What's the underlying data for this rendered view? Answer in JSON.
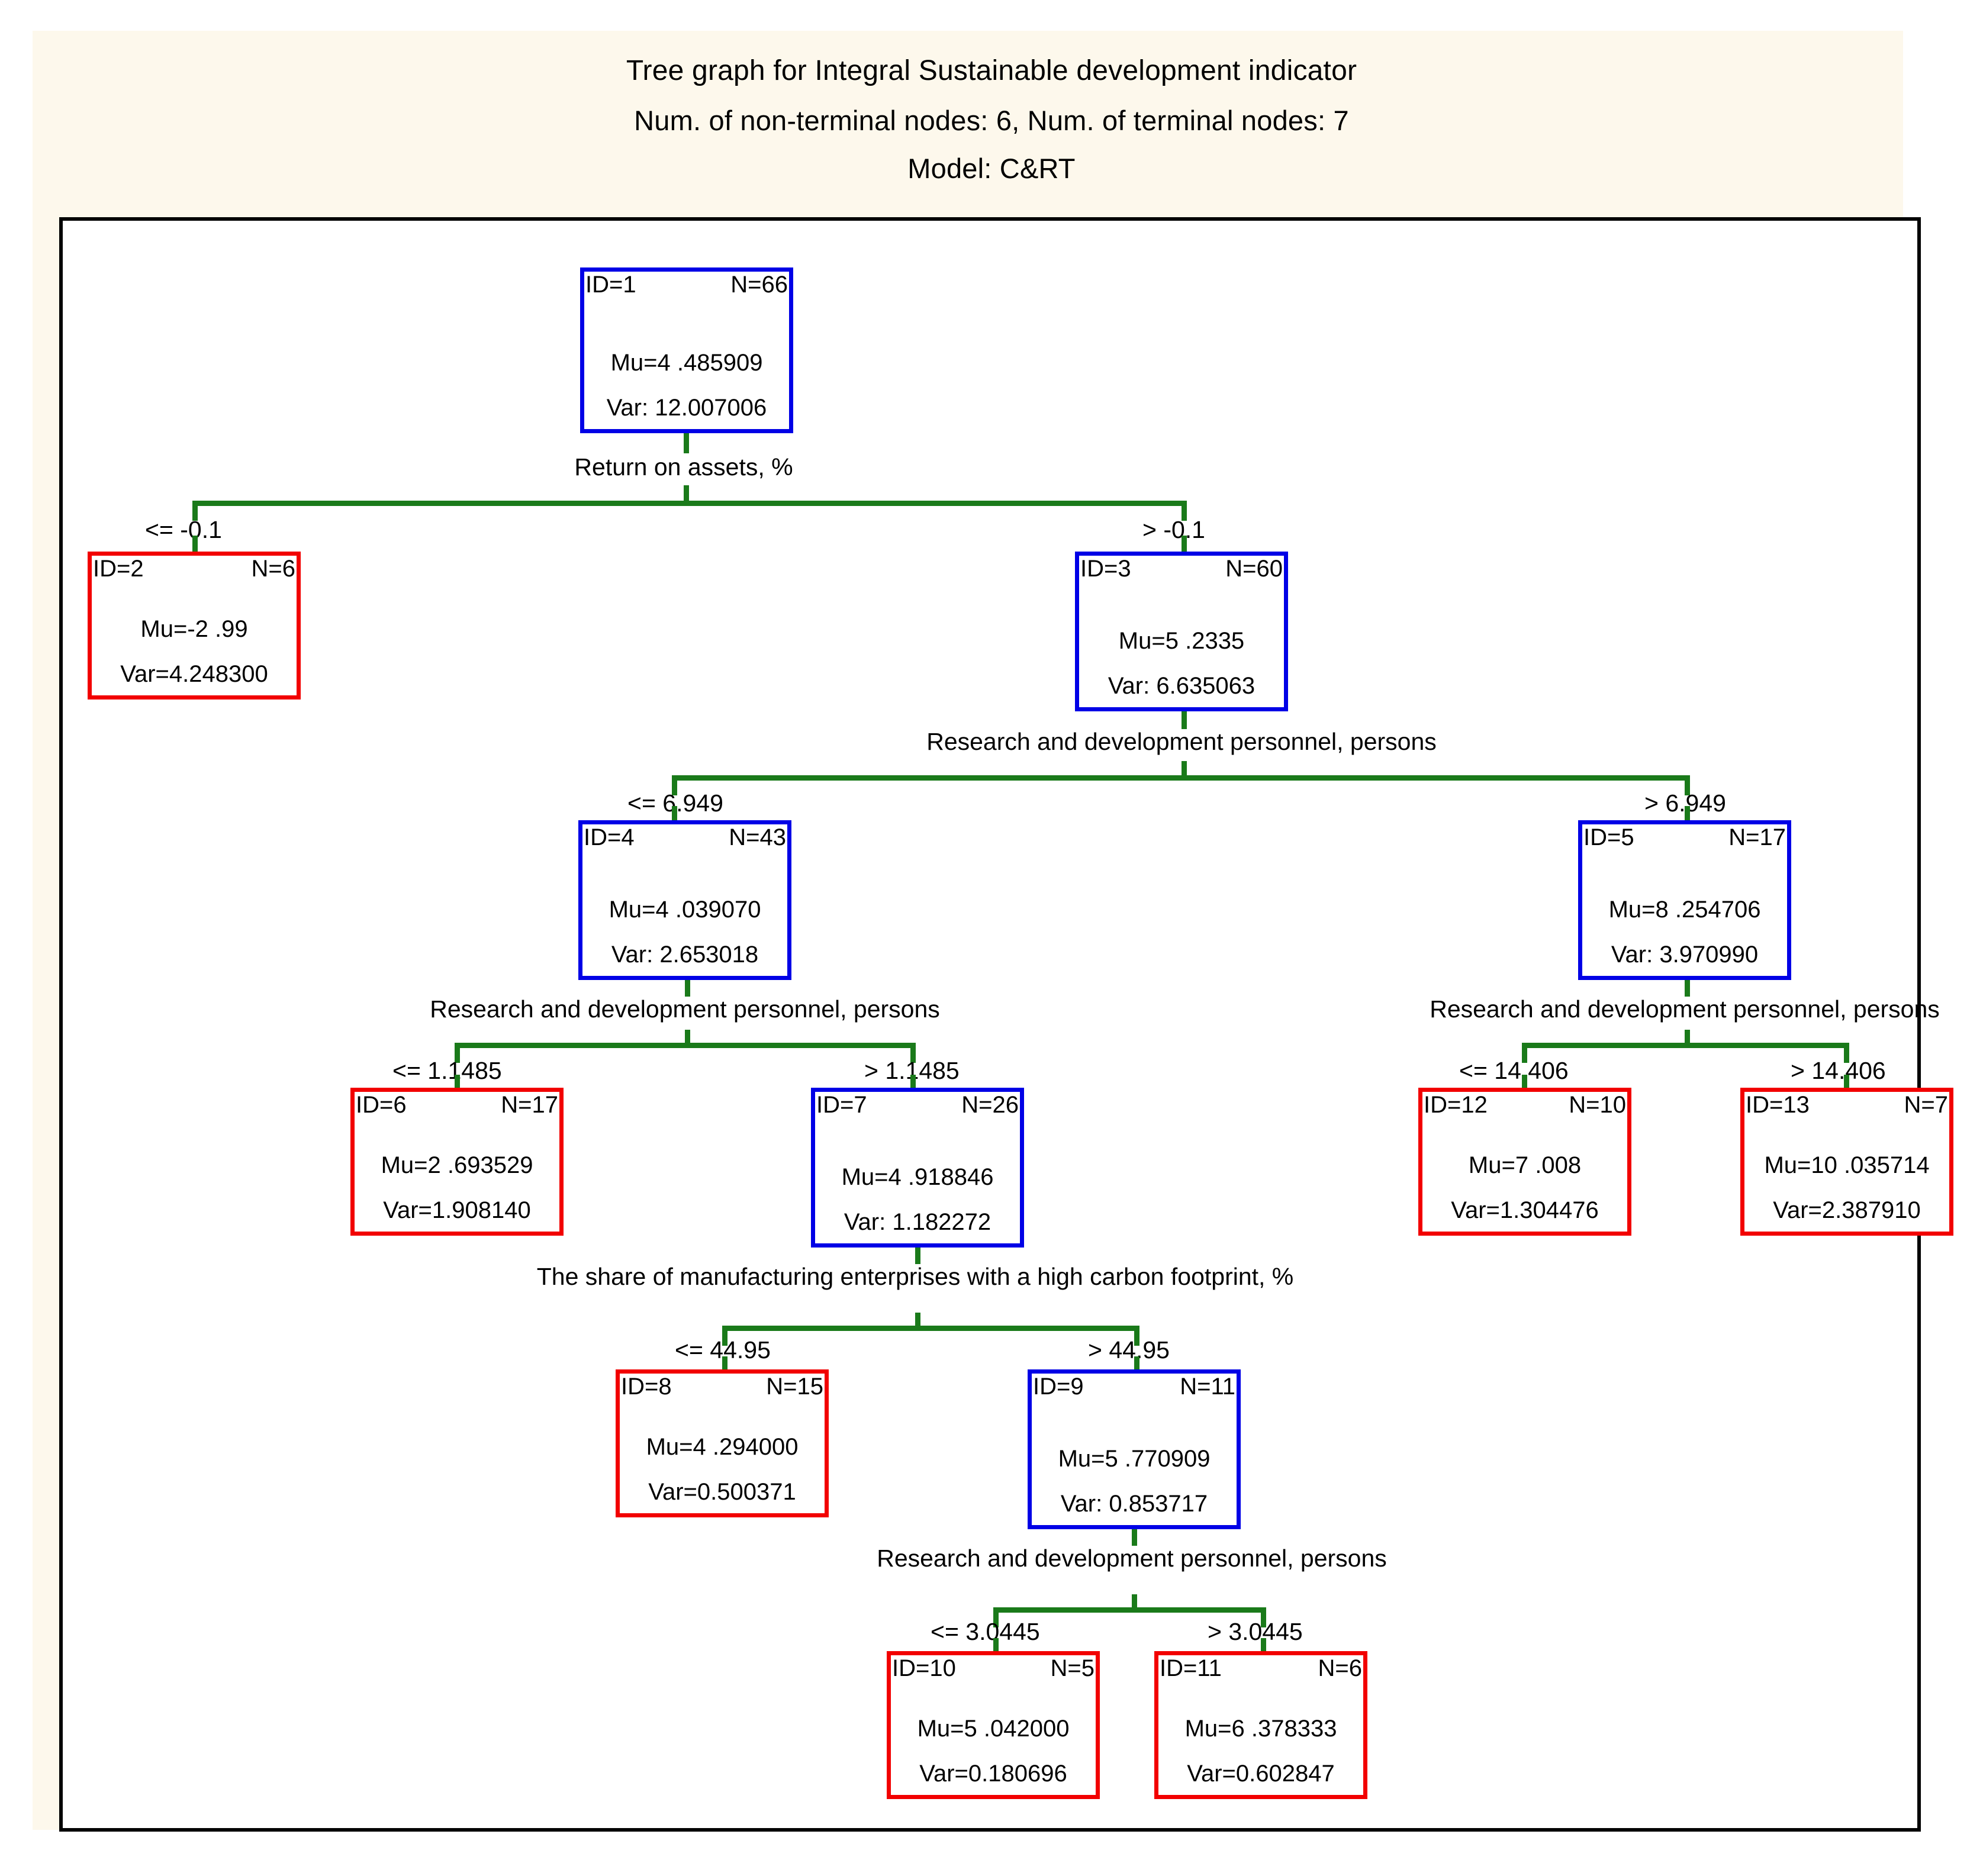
{
  "title": {
    "line1": "Tree graph for Integral Sustainable development indicator",
    "line2": "Num. of non-terminal nodes: 6,  Num. of terminal nodes: 7",
    "line3": "Model: C&RT"
  },
  "colors": {
    "background": "#FDF8EC",
    "plot_background": "#FFFFFF",
    "frame": "#000000",
    "internal_node_border": "#0000E6",
    "terminal_node_border": "#F20000",
    "connector": "#1A7A1A",
    "text": "#000000"
  },
  "chart_data": {
    "type": "tree",
    "title": "Tree graph for Integral Sustainable development indicator",
    "model": "C&RT",
    "num_non_terminal_nodes": 6,
    "num_terminal_nodes": 7,
    "nodes": [
      {
        "id": "ID=1",
        "n": "N=66",
        "mu": "Mu=4 .485909",
        "var": "Var: 12.007006",
        "terminal": false
      },
      {
        "id": "ID=2",
        "n": "N=6",
        "mu": "Mu=-2 .99",
        "var": "Var=4.248300",
        "terminal": true
      },
      {
        "id": "ID=3",
        "n": "N=60",
        "mu": "Mu=5 .2335",
        "var": "Var: 6.635063",
        "terminal": false
      },
      {
        "id": "ID=4",
        "n": "N=43",
        "mu": "Mu=4 .039070",
        "var": "Var: 2.653018",
        "terminal": false
      },
      {
        "id": "ID=5",
        "n": "N=17",
        "mu": "Mu=8 .254706",
        "var": "Var: 3.970990",
        "terminal": false
      },
      {
        "id": "ID=6",
        "n": "N=17",
        "mu": "Mu=2 .693529",
        "var": "Var=1.908140",
        "terminal": true
      },
      {
        "id": "ID=7",
        "n": "N=26",
        "mu": "Mu=4 .918846",
        "var": "Var: 1.182272",
        "terminal": false
      },
      {
        "id": "ID=8",
        "n": "N=15",
        "mu": "Mu=4 .294000",
        "var": "Var=0.500371",
        "terminal": true
      },
      {
        "id": "ID=9",
        "n": "N=11",
        "mu": "Mu=5 .770909",
        "var": "Var: 0.853717",
        "terminal": false
      },
      {
        "id": "ID=10",
        "n": "N=5",
        "mu": "Mu=5 .042000",
        "var": "Var=0.180696",
        "terminal": true
      },
      {
        "id": "ID=11",
        "n": "N=6",
        "mu": "Mu=6 .378333",
        "var": "Var=0.602847",
        "terminal": true
      },
      {
        "id": "ID=12",
        "n": "N=10",
        "mu": "Mu=7 .008",
        "var": "Var=1.304476",
        "terminal": true
      },
      {
        "id": "ID=13",
        "n": "N=7",
        "mu": "Mu=10 .035714",
        "var": "Var=2.387910",
        "terminal": true
      }
    ],
    "splits": [
      {
        "parent": "ID=1",
        "variable": "Return on assets, %",
        "left": "<= -0.1",
        "right": "> -0.1",
        "children": [
          "ID=2",
          "ID=3"
        ]
      },
      {
        "parent": "ID=3",
        "variable": "Research and development personnel, persons",
        "left": "<= 6.949",
        "right": "> 6.949",
        "children": [
          "ID=4",
          "ID=5"
        ]
      },
      {
        "parent": "ID=4",
        "variable": "Research and development personnel, persons",
        "left": "<= 1.1485",
        "right": "> 1.1485",
        "children": [
          "ID=6",
          "ID=7"
        ]
      },
      {
        "parent": "ID=5",
        "variable": "Research and development personnel, persons",
        "left": "<= 14.406",
        "right": "> 14.406",
        "children": [
          "ID=12",
          "ID=13"
        ]
      },
      {
        "parent": "ID=7",
        "variable": "The share of manufacturing enterprises with a high carbon footprint, %",
        "left": "<= 44.95",
        "right": "> 44.95",
        "children": [
          "ID=8",
          "ID=9"
        ]
      },
      {
        "parent": "ID=9",
        "variable": "Research and development personnel, persons",
        "left": "<= 3.0445",
        "right": "> 3.0445",
        "children": [
          "ID=10",
          "ID=11"
        ]
      }
    ]
  }
}
